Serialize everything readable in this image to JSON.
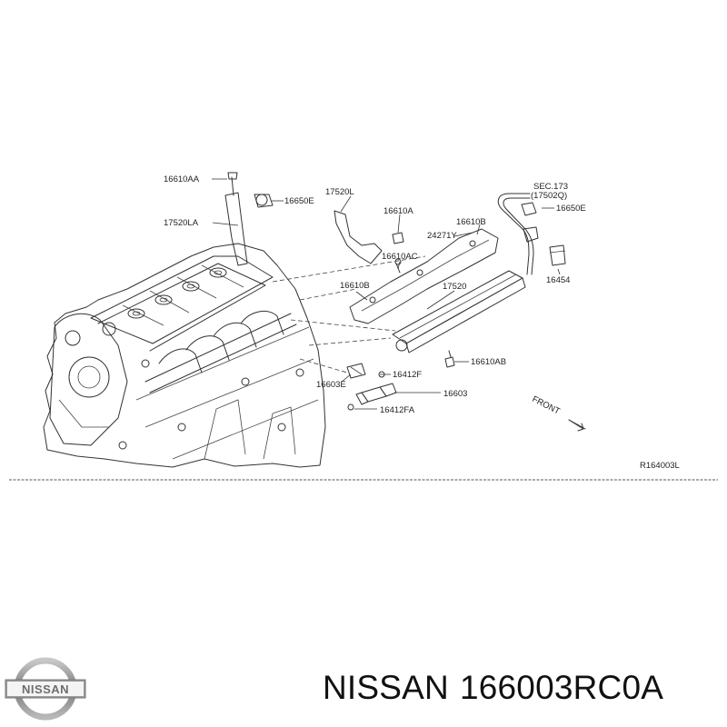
{
  "diagram": {
    "part_labels": [
      {
        "id": "16610AA",
        "text": "16610AA"
      },
      {
        "id": "16650E-left",
        "text": "16650E"
      },
      {
        "id": "17520LA",
        "text": "17520LA"
      },
      {
        "id": "17520L",
        "text": "17520L"
      },
      {
        "id": "16610A",
        "text": "16610A"
      },
      {
        "id": "24271Y",
        "text": "24271Y"
      },
      {
        "id": "16610B-right",
        "text": "16610B"
      },
      {
        "id": "16610AC",
        "text": "16610AC"
      },
      {
        "id": "16610B-left",
        "text": "16610B"
      },
      {
        "id": "17520",
        "text": "17520"
      },
      {
        "id": "16650E-right",
        "text": "16650E"
      },
      {
        "id": "16454",
        "text": "16454"
      },
      {
        "id": "16610AB",
        "text": "16610AB"
      },
      {
        "id": "16412F",
        "text": "16412F"
      },
      {
        "id": "16603E",
        "text": "16603E"
      },
      {
        "id": "16603",
        "text": "16603"
      },
      {
        "id": "16412FA",
        "text": "16412FA"
      }
    ],
    "section_ref_line1": "SEC.173",
    "section_ref_line2": "(17502Q)",
    "direction_label": "FRONT",
    "drawing_code": "R164003L"
  },
  "caption": {
    "brand": "NISSAN",
    "part_number": "166003RC0A"
  },
  "logo": {
    "text": "NISSAN",
    "ring_color": "#8c8c8c",
    "band_color": "#9a9a9a"
  }
}
